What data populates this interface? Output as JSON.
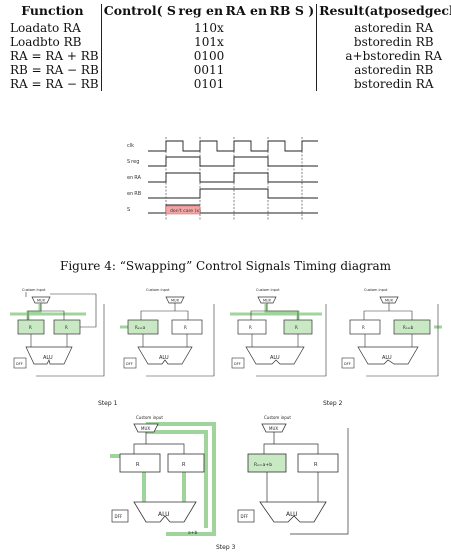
{
  "table": {
    "headers": [
      "Function",
      "Control( S reg en RA en RB S )",
      "Result(atposedgeclk)"
    ],
    "rows": [
      [
        "Loadato  RA",
        "110x",
        "astoredin  RA"
      ],
      [
        "Loadbto  RB",
        "101x",
        "bstoredin  RB"
      ],
      [
        "RA = RA + RB",
        "0100",
        "a+bstoredin  RA"
      ],
      [
        "RB = RA − RB",
        "0011",
        "astoredin  RB"
      ],
      [
        "RA = RA − RB",
        "0101",
        "bstoredin  RA"
      ]
    ]
  },
  "timing": {
    "signals": [
      "clk",
      "S reg",
      "en RA",
      "en RB",
      "S"
    ],
    "dont_care": "don't care (x)",
    "colors": {
      "line": "#222222",
      "dashed": "#333333",
      "dont_care_fill": "#f3a6a6"
    }
  },
  "caption": "Figure 4: “Swapping” Control Signals Timing diagram",
  "diagram_text": {
    "custom_input": "Custom input",
    "mux": "MUX",
    "ra": "R",
    "ra_sub": "A",
    "rb": "R",
    "rb_sub": "B",
    "alu": "ALU",
    "dff": "DFF",
    "a_plus_b": "a+b",
    "ra_eq_a": "Rₐ=a",
    "rb_eq_b": "Rₙ=b",
    "ra_eq_a_plus_b": "Rₐ=a+b"
  },
  "steps": [
    "Step 1",
    "Step 2",
    "Step 3"
  ],
  "colors": {
    "highlight": "#9fd49a",
    "highlight_fill": "#c9e9c4",
    "line": "#333333"
  }
}
